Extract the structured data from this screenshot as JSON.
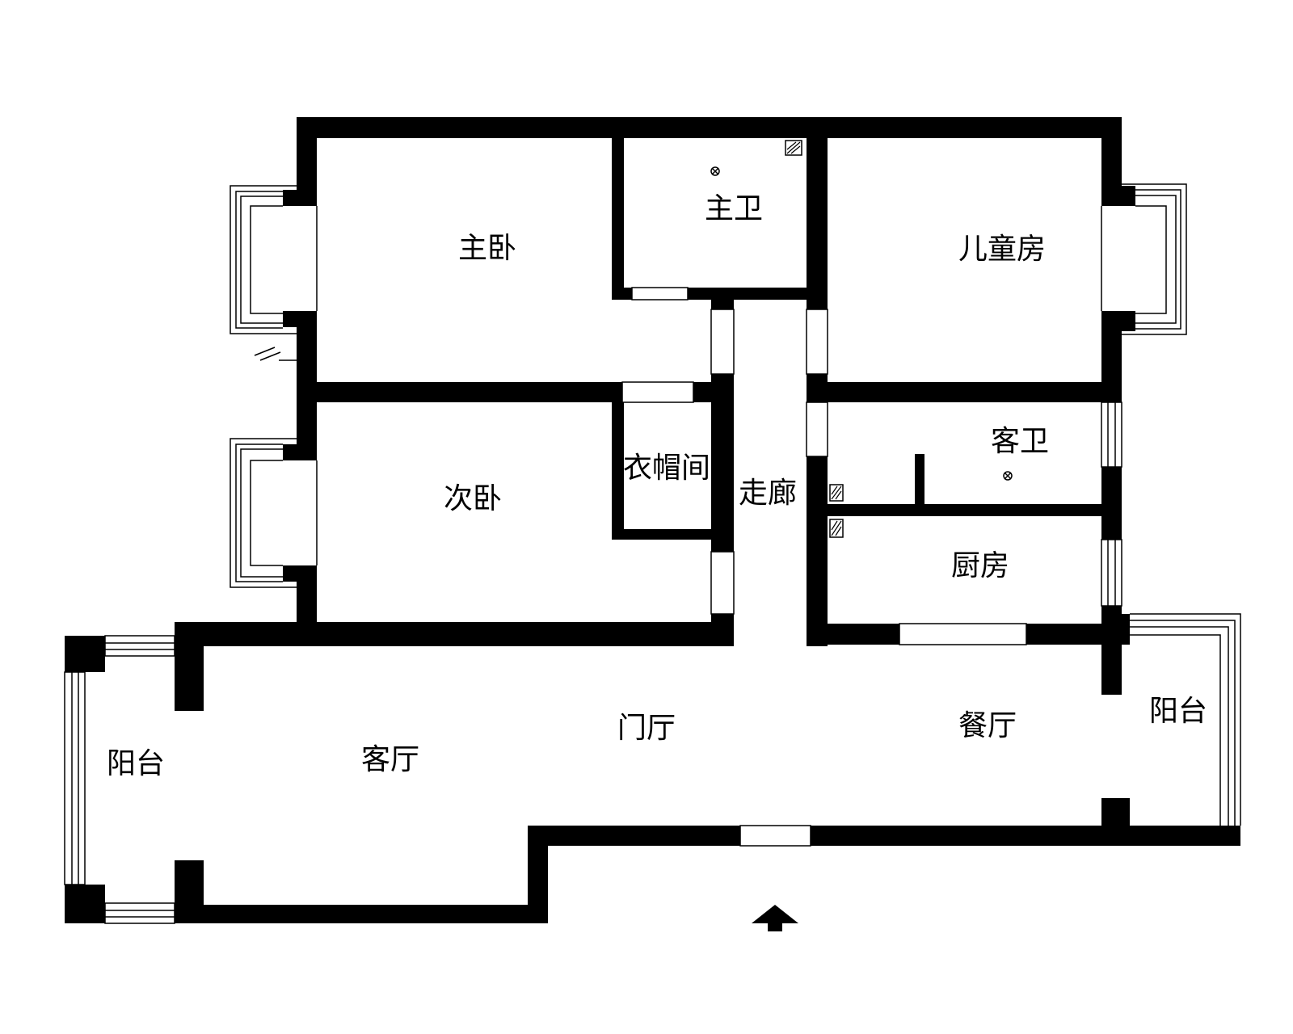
{
  "rooms": {
    "master_bedroom": "主卧",
    "master_bath": "主卫",
    "kids_room": "儿童房",
    "second_bedroom": "次卧",
    "cloakroom": "衣帽间",
    "corridor": "走廊",
    "guest_bath": "客卫",
    "kitchen": "厨房",
    "living_room": "客厅",
    "foyer": "门厅",
    "dining_room": "餐厅",
    "balcony_left": "阳台",
    "balcony_right": "阳台"
  },
  "icons": {
    "entrance": "entrance-arrow-icon",
    "floor_drain": "floor-drain-icon",
    "flue": "flue-icon"
  },
  "colors": {
    "wall": "#000000",
    "background": "#ffffff"
  }
}
